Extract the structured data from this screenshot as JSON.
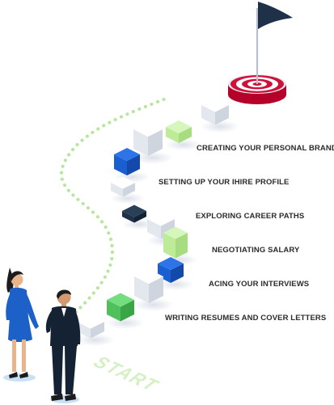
{
  "steps": [
    {
      "label": "WRITING RESUMES AND COVER LETTERS"
    },
    {
      "label": "ACING YOUR INTERVIEWS"
    },
    {
      "label": "NEGOTIATING SALARY"
    },
    {
      "label": "EXPLORING CAREER PATHS"
    },
    {
      "label": "SETTING UP YOUR IHIRE PROFILE"
    },
    {
      "label": "CREATING YOUR PERSONAL BRAND"
    }
  ],
  "start_text": "START",
  "colors": {
    "green": "#5fce6a",
    "light_green": "#c7f2a6",
    "blue": "#1a5fd0",
    "navy": "#1e3148",
    "white_block": "#ffffff",
    "target_red": "#d0103a",
    "flag": "#1e3148",
    "dots": "#b8e59c"
  },
  "icons": [
    "flag-icon",
    "target-icon",
    "woman-figure-icon",
    "man-figure-icon"
  ]
}
